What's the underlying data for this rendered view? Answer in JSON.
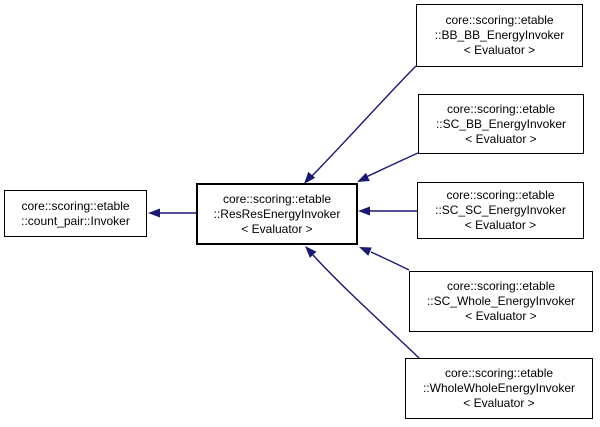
{
  "diagram": {
    "type": "class-inheritance-graph",
    "colors": {
      "background": "#ffffff",
      "box_fill": "#ffffff",
      "box_border": "#000000",
      "text": "#000000",
      "arrow": "#191970"
    },
    "nodes": {
      "base": {
        "lines": [
          "core::scoring::etable",
          "::count_pair::Invoker"
        ]
      },
      "focus": {
        "lines": [
          "core::scoring::etable",
          "::ResResEnergyInvoker",
          "< Evaluator >"
        ]
      },
      "derived": [
        {
          "lines": [
            "core::scoring::etable",
            "::BB_BB_EnergyInvoker",
            "< Evaluator >"
          ]
        },
        {
          "lines": [
            "core::scoring::etable",
            "::SC_BB_EnergyInvoker",
            "< Evaluator >"
          ]
        },
        {
          "lines": [
            "core::scoring::etable",
            "::SC_SC_EnergyInvoker",
            "< Evaluator >"
          ]
        },
        {
          "lines": [
            "core::scoring::etable",
            "::SC_Whole_EnergyInvoker",
            "< Evaluator >"
          ]
        },
        {
          "lines": [
            "core::scoring::etable",
            "::WholeWholeEnergyInvoker",
            "< Evaluator >"
          ]
        }
      ]
    },
    "edges": [
      {
        "derived": "core::scoring::etable::ResResEnergyInvoker< Evaluator >",
        "base": "core::scoring::etable::count_pair::Invoker"
      },
      {
        "derived": "core::scoring::etable::BB_BB_EnergyInvoker< Evaluator >",
        "base": "core::scoring::etable::ResResEnergyInvoker< Evaluator >"
      },
      {
        "derived": "core::scoring::etable::SC_BB_EnergyInvoker< Evaluator >",
        "base": "core::scoring::etable::ResResEnergyInvoker< Evaluator >"
      },
      {
        "derived": "core::scoring::etable::SC_SC_EnergyInvoker< Evaluator >",
        "base": "core::scoring::etable::ResResEnergyInvoker< Evaluator >"
      },
      {
        "derived": "core::scoring::etable::SC_Whole_EnergyInvoker< Evaluator >",
        "base": "core::scoring::etable::ResResEnergyInvoker< Evaluator >"
      },
      {
        "derived": "core::scoring::etable::WholeWholeEnergyInvoker< Evaluator >",
        "base": "core::scoring::etable::ResResEnergyInvoker< Evaluator >"
      }
    ]
  }
}
